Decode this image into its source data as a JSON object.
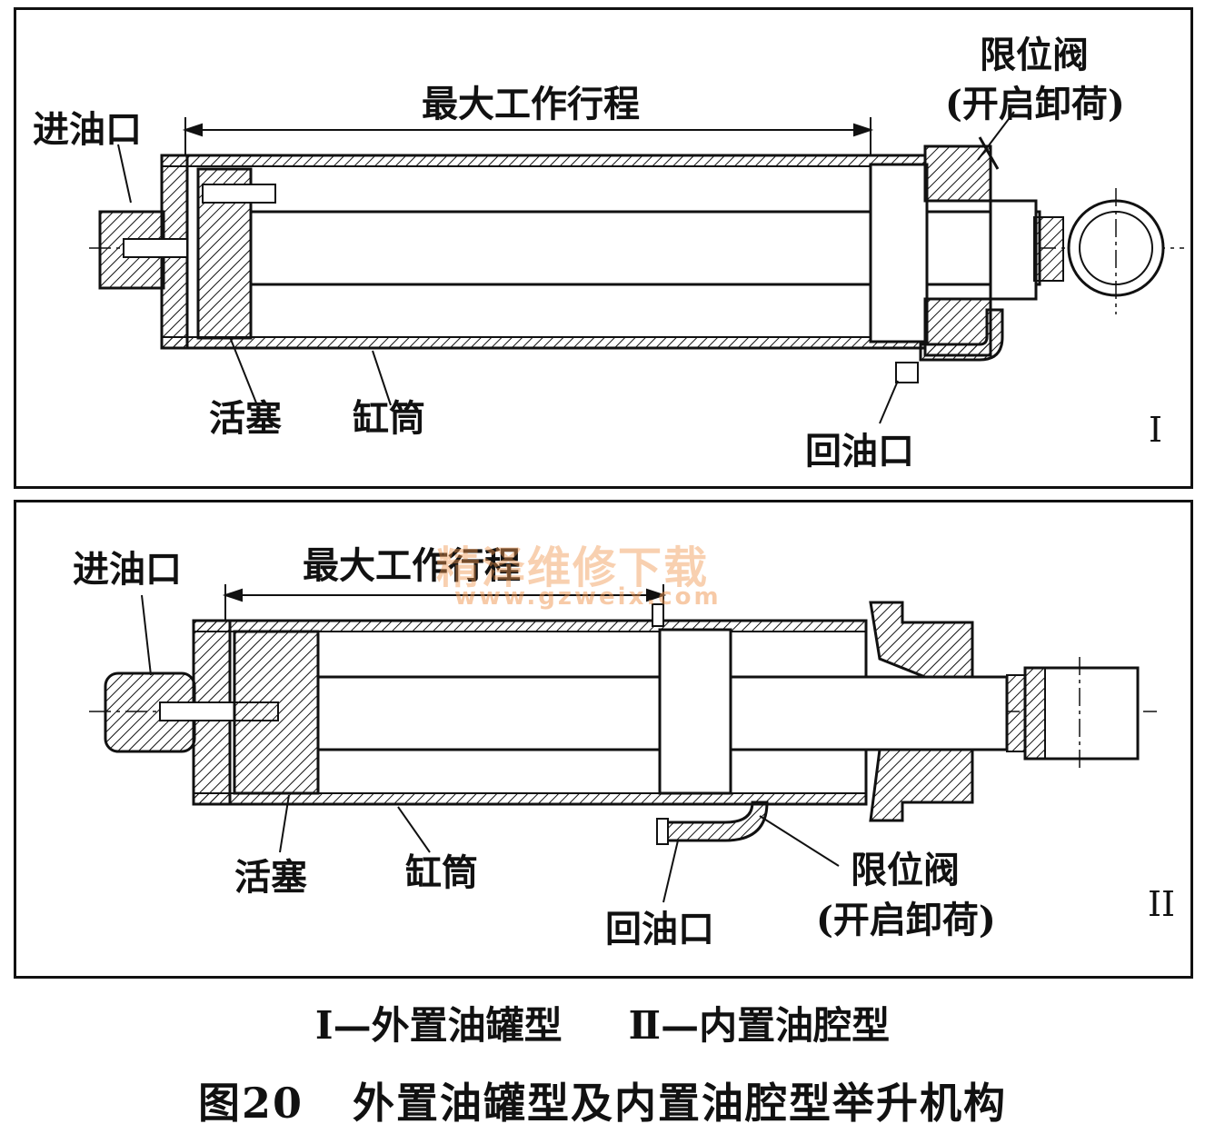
{
  "panel1": {
    "roman": "I",
    "labels": {
      "stroke": "最大工作行程",
      "inlet": "进油口",
      "valve": "限位阀",
      "valve_note": "(开启卸荷)",
      "piston": "活塞",
      "cylinder": "缸筒",
      "return": "回油口"
    }
  },
  "panel2": {
    "roman": "II",
    "labels": {
      "stroke": "最大工作行程",
      "inlet": "进油口",
      "piston": "活塞",
      "cylinder": "缸筒",
      "return": "回油口",
      "valve": "限位阀",
      "valve_note": "(开启卸荷)"
    }
  },
  "watermark": {
    "text": "精泽维修下载",
    "url": "www.gzweix.com",
    "color": "#f09650"
  },
  "legend": "Ⅰ—外置油罐型     Ⅱ—内置油腔型",
  "caption": "图20   外置油罐型及内置油腔型举升机构"
}
